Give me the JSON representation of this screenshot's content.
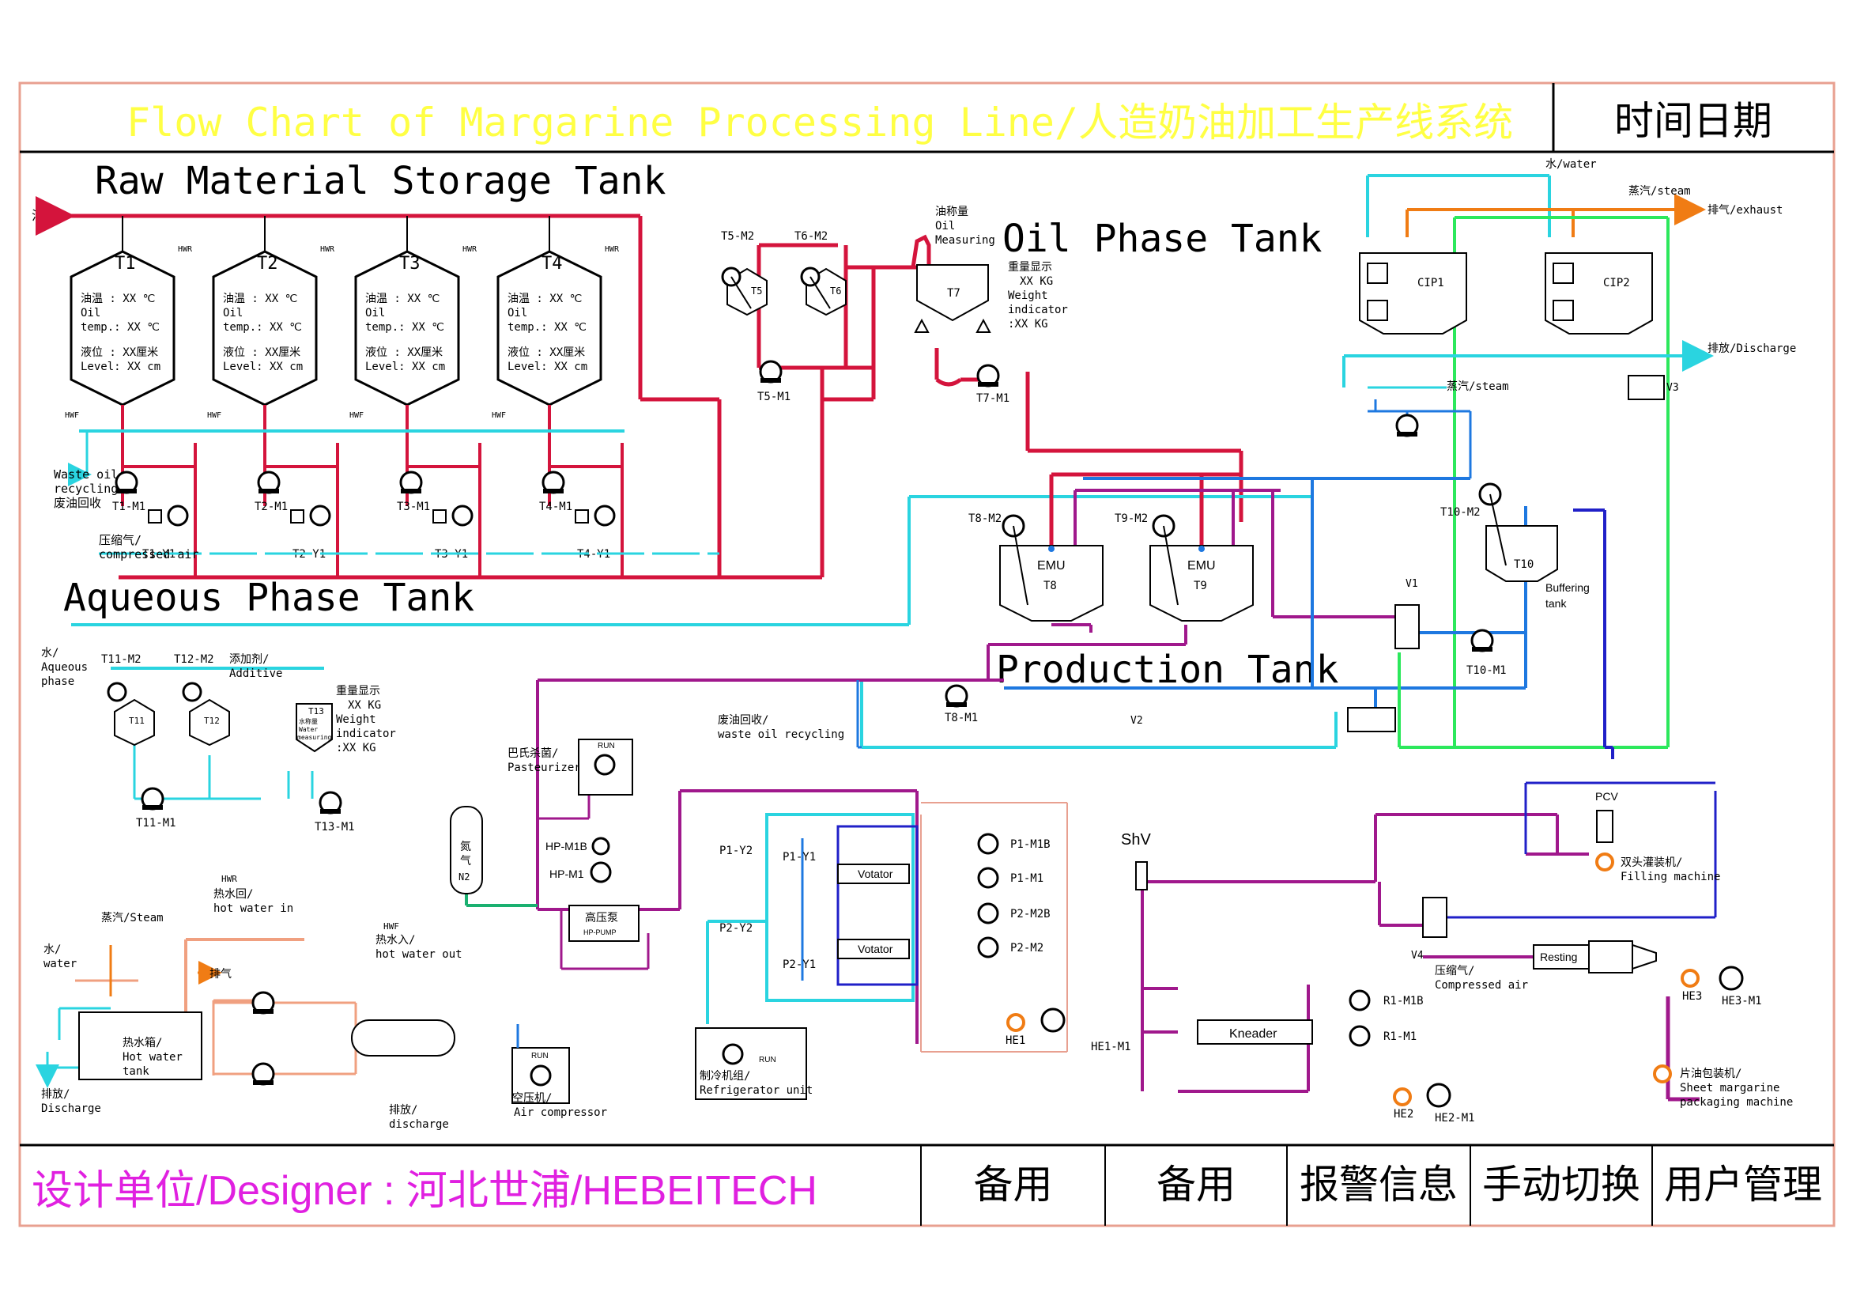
{
  "header": {
    "title": "Flow Chart of Margarine Processing Line/人造奶油加工生产线系统",
    "datetime_label": "时间日期"
  },
  "sections": {
    "raw_material": "Raw Material Storage Tank",
    "oil_phase": "Oil Phase Tank",
    "aqueous_phase": "Aqueous Phase Tank",
    "production": "Production Tank"
  },
  "raw_tanks": [
    {
      "id": "T1",
      "pump": "T1-M1",
      "valve": "T1-Y1",
      "oil_temp": "油温 : XX ℃",
      "oil_temp_en": "Oil",
      "temp_en": "temp.: XX ℃",
      "level": "液位 : XX厘米",
      "level_en": "Level: XX cm"
    },
    {
      "id": "T2",
      "pump": "T2-M1",
      "valve": "T2-Y1",
      "oil_temp": "油温 : XX ℃",
      "oil_temp_en": "Oil",
      "temp_en": "temp.: XX ℃",
      "level": "液位 : XX厘米",
      "level_en": "Level: XX cm"
    },
    {
      "id": "T3",
      "pump": "T3-M1",
      "valve": "T3-Y1",
      "oil_temp": "油温 : XX ℃",
      "oil_temp_en": "Oil",
      "temp_en": "temp.: XX ℃",
      "level": "液位 : XX厘米",
      "level_en": "Level: XX cm"
    },
    {
      "id": "T4",
      "pump": "T4-M1",
      "valve": "T4-Y1",
      "oil_temp": "油温 : XX ℃",
      "oil_temp_en": "Oil",
      "temp_en": "temp.: XX ℃",
      "level": "液位 : XX厘米",
      "level_en": "Level: XX cm"
    }
  ],
  "labels": {
    "oil_in": "油",
    "hwr": "HWR",
    "hwf": "HWF",
    "waste_oil": [
      "Waste oil",
      "recycling",
      "废油回收"
    ],
    "compressed_air": [
      "压缩气/",
      "compressed air"
    ],
    "t5_m2": "T5-M2",
    "t6_m2": "T6-M2",
    "t5": "T5",
    "t6": "T6",
    "t5_m1": "T5-M1",
    "t7": "T7",
    "t7_m1": "T7-M1",
    "oil_measuring": [
      "油称量",
      "Oil",
      "Measuring"
    ],
    "weight_display": [
      "重量显示",
      "XX KG",
      "Weight",
      "indicator",
      ":XX KG"
    ],
    "water_top": "水/water",
    "steam_top": "蒸汽/steam",
    "exhaust": "排气/exhaust",
    "cip1": "CIP1",
    "cip2": "CIP2",
    "discharge_top": "排放/Discharge",
    "steam_mid": "蒸汽/steam",
    "v3": "V3",
    "t8_m2": "T8-M2",
    "t9_m2": "T9-M2",
    "emu": "EMU",
    "t8": "T8",
    "t9": "T9",
    "t10_m2": "T10-M2",
    "t10": "T10",
    "buffering": [
      "Buffering",
      "tank"
    ],
    "v1": "V1",
    "t10_m1": "T10-M1",
    "v2": "V2",
    "t8_m1": "T8-M1",
    "waste_recycle_mid": [
      "废油回收/",
      "waste oil recycling"
    ],
    "aqueous_in": [
      "水/",
      "Aqueous",
      "phase"
    ],
    "t11_m2": "T11-M2",
    "t12_m2": "T12-M2",
    "additive": [
      "添加剂/",
      "Additive"
    ],
    "t11": "T11",
    "t12": "T12",
    "t13": "T13",
    "water_measuring": [
      "水称量",
      "Water",
      "measuring"
    ],
    "weight_display_2": [
      "重量显示",
      "XX KG",
      "Weight",
      "indicator",
      ":XX KG"
    ],
    "t11_m1": "T11-M1",
    "t13_m1": "T13-M1",
    "pasteurizer": [
      "巴氏杀菌/",
      "Pasteurizer"
    ],
    "run": "RUN",
    "hp_m1b": "HP-M1B",
    "hp_m1": "HP-M1",
    "hp_pump": [
      "高压泵",
      "HP-PUMP"
    ],
    "nitrogen": [
      "氮",
      "气",
      "N2"
    ],
    "p1_y2": "P1-Y2",
    "p1_y1": "P1-Y1",
    "p2_y2": "P2-Y2",
    "p2_y1": "P2-Y1",
    "votator": "Votator",
    "p1_m1b": "P1-M1B",
    "p1_m1": "P1-M1",
    "p2_m2b": "P2-M2B",
    "p2_m2": "P2-M2",
    "he1": "HE1",
    "he1_m1": "HE1-M1",
    "refrigerator": [
      "制冷机组/",
      "Refrigerator unit"
    ],
    "air_compressor": [
      "空压机/",
      "Air compressor"
    ],
    "shv": "ShV",
    "kneader": "Kneader",
    "r1_m1b": "R1-M1B",
    "r1_m1": "R1-M1",
    "he2": "HE2",
    "he2_m1": "HE2-M1",
    "pcv": "PCV",
    "filling": [
      "双头灌装机/",
      "Filling machine"
    ],
    "v4": "V4",
    "compressed_air_2": [
      "压缩气/",
      "Compressed air"
    ],
    "resting": "Resting",
    "he3": "HE3",
    "he3_m1": "HE3-M1",
    "sheet_packaging": [
      "片油包装机/",
      "Sheet margarine",
      "packaging machine"
    ],
    "hot_water_in": [
      "HWR",
      "热水回/",
      "hot water in"
    ],
    "hot_water_out": [
      "HWF",
      "热水入/",
      "hot water out"
    ],
    "steam_left": "蒸汽/Steam",
    "water_left": [
      "水/",
      "water"
    ],
    "exhaust_left": "排气",
    "hot_water_tank": [
      "热水箱/",
      "Hot water",
      "tank"
    ],
    "discharge_left": [
      "排放/",
      "Discharge"
    ],
    "discharge_bottom": [
      "排放/",
      "discharge"
    ]
  },
  "footer": {
    "designer": "设计单位/Designer : 河北世浦/HEBEITECH",
    "buttons": [
      "备用",
      "备用",
      "报警信息",
      "手动切换",
      "用户管理"
    ]
  },
  "colors": {
    "frame": "#e8a090",
    "title_text": "#ffff44",
    "designer_text": "#e020e0",
    "oil_line": "#d4143c",
    "water_line": "#2ad4e0",
    "product_line": "#a0188c",
    "steam_line": "#f07c14",
    "green_line": "#2ce85c",
    "blue_line": "#1e78e0",
    "dark_blue_line": "#2020c8",
    "heat_water": "#f0a080"
  }
}
